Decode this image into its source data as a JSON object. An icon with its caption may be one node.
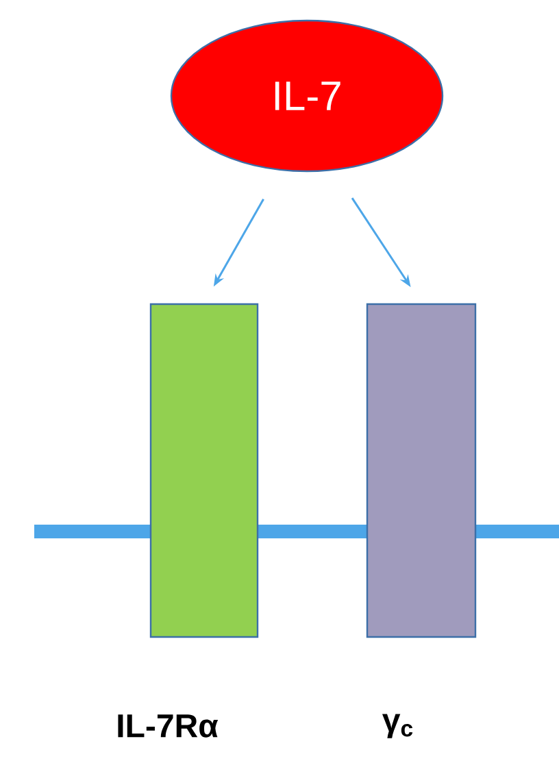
{
  "diagram": {
    "nodes": [
      {
        "text": [
          "IL-7"
        ]
      },
      {
        "text": [],
        "shape": "box",
        "beside": [
          "**IL-7Rα**"
        ]
      },
      {
        "text": [],
        "shape": "box",
        "beside": [
          "**γ$_{c}$**"
        ]
      }
    ],
    "edges": [
      {
        "from": 0,
        "to": 1,
        "arrow": "to"
      },
      {
        "from": 0,
        "to": 2,
        "arrow": "to"
      }
    ]
  }
}
